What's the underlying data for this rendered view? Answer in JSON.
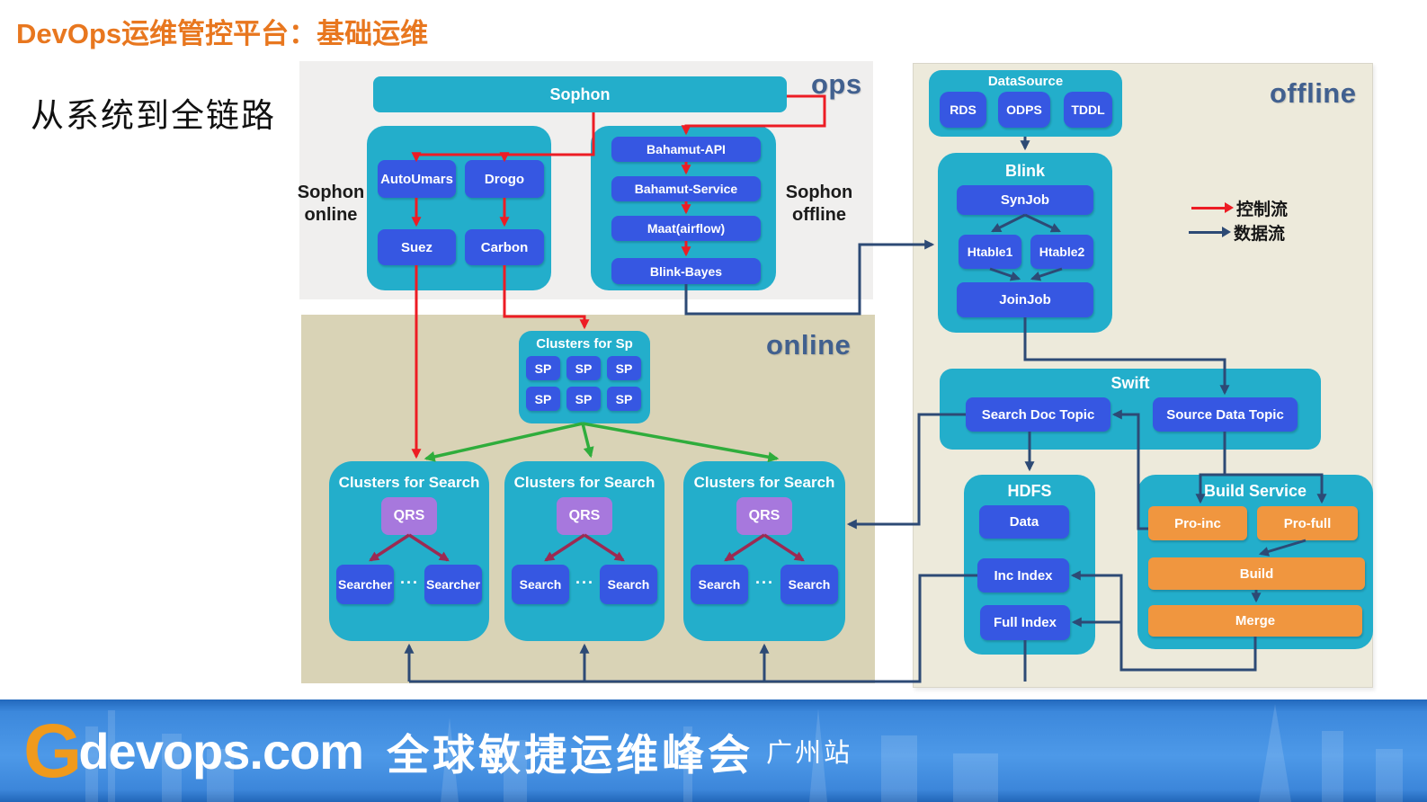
{
  "page": {
    "title": "DevOps运维管控平台：基础运维",
    "subtitle": "从系统到全链路"
  },
  "colors": {
    "title_orange": "#e8771f",
    "group_teal": "#23aecb",
    "node_blue": "#3657e2",
    "node_purple": "#a778dd",
    "node_orange": "#f0963f",
    "control_flow_red": "#ed1c24",
    "data_flow_navy": "#2d4a75",
    "dispatch_green": "#2fad3c",
    "qrs_maroon": "#9c2a52",
    "zone_label_blue": "#41608f",
    "ops_panel_bg": "#f0efee",
    "online_panel_bg": "#d9d3b6",
    "offline_panel_bg": "#edeadb",
    "footer_blue": "#3c86da"
  },
  "legend": {
    "control": {
      "label": "控制流",
      "color": "#ed1c24"
    },
    "data": {
      "label": "数据流",
      "color": "#2d4a75"
    }
  },
  "panels": {
    "ops": {
      "label": "ops",
      "sophon": "Sophon",
      "online_group": {
        "caption_line1": "Sophon",
        "caption_line2": "online",
        "nodes": [
          "AutoUmars",
          "Drogo",
          "Suez",
          "Carbon"
        ]
      },
      "offline_group": {
        "caption_line1": "Sophon",
        "caption_line2": "offline",
        "nodes": [
          "Bahamut-API",
          "Bahamut-Service",
          "Maat(airflow)",
          "Blink-Bayes"
        ]
      }
    },
    "online": {
      "label": "online",
      "sp_cluster": {
        "title": "Clusters  for  Sp",
        "items": [
          "SP",
          "SP",
          "SP",
          "SP",
          "SP",
          "SP"
        ]
      },
      "search_clusters": [
        {
          "title": "Clusters for Search",
          "qrs": "QRS",
          "left": "Searcher",
          "dots": "···",
          "right": "Searcher"
        },
        {
          "title": "Clusters for Search",
          "qrs": "QRS",
          "left": "Search",
          "dots": "···",
          "right": "Search"
        },
        {
          "title": "Clusters for Search",
          "qrs": "QRS",
          "left": "Search",
          "dots": "···",
          "right": "Search"
        }
      ]
    },
    "offline": {
      "label": "offline",
      "datasource": {
        "title": "DataSource",
        "nodes": [
          "RDS",
          "ODPS",
          "TDDL"
        ]
      },
      "blink": {
        "title": "Blink",
        "syn": "SynJob",
        "h1": "Htable1",
        "h2": "Htable2",
        "join": "JoinJob"
      },
      "swift": {
        "title": "Swift",
        "search_doc": "Search Doc Topic",
        "source_data": "Source Data Topic"
      },
      "hdfs": {
        "title": "HDFS",
        "data": "Data",
        "inc": "Inc Index",
        "full": "Full Index"
      },
      "build": {
        "title": "Build Service",
        "pro_inc": "Pro-inc",
        "pro_full": "Pro-full",
        "build": "Build",
        "merge": "Merge"
      }
    }
  },
  "footer": {
    "logo_g": "G",
    "logo_rest": "devops.com",
    "title": "全球敏捷运维峰会",
    "location": "广州站"
  }
}
